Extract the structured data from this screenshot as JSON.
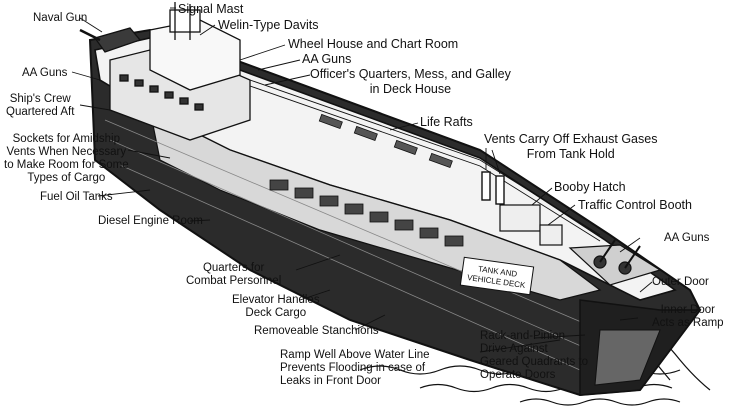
{
  "labels": {
    "naval_gun": "Naval Gun",
    "signal_mast": "Signal Mast",
    "welin_davits": "Welin-Type Davits",
    "wheel_house": "Wheel House and Chart Room",
    "aa_guns_top": "AA Guns",
    "officers_quarters": [
      "Officer's Quarters, Mess, and Galley",
      "in Deck House"
    ],
    "aa_guns_left": "AA Guns",
    "ships_crew": [
      "Ship's Crew",
      "Quartered Aft"
    ],
    "life_rafts": "Life Rafts",
    "vents": [
      "Vents Carry Off Exhaust Gases",
      "From Tank Hold"
    ],
    "sockets": [
      "Sockets for Amidship",
      "Vents When Necessary",
      "to Make Room for Some",
      "Types of Cargo"
    ],
    "booby_hatch": "Booby Hatch",
    "fuel_oil": "Fuel Oil Tanks",
    "traffic_booth": "Traffic Control Booth",
    "diesel_engine": "Diesel Engine Room",
    "aa_guns_right": "AA Guns",
    "quarters_combat": [
      "Quarters for",
      "Combat Personnel"
    ],
    "outer_door": "Outer Door",
    "elevator": [
      "Elevator Handles",
      "Deck Cargo"
    ],
    "inner_door": [
      "Inner Door",
      "Acts as Ramp"
    ],
    "stanchions": "Removeable Stanchions",
    "ramp_well": [
      "Ramp Well Above Water Line",
      "Prevents Flooding in case of",
      "Leaks in Front Door"
    ],
    "rack_pinion": [
      "Rack-and-Pinion",
      "Drive Against",
      "Geared Quadrants to",
      "Operate Doors"
    ]
  },
  "hull_text": [
    "TANK AND",
    "VEHICLE DECK"
  ],
  "colors": {
    "ink": "#111111",
    "paper": "#ffffff"
  }
}
